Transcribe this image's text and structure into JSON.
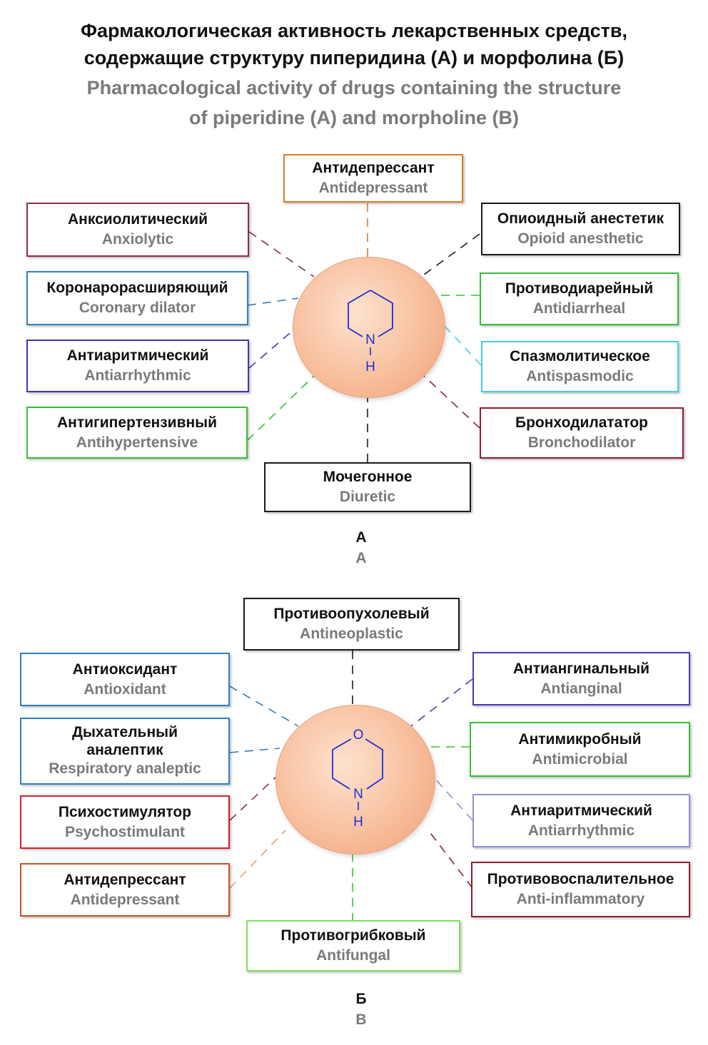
{
  "title": {
    "ru_line1": "Фармакологическая активность лекарственных средств,",
    "ru_line2": "содержащие структуру пиперидина (А) и морфолина  (Б)",
    "en_line1": "Pharmacological activity of drugs containing the structure",
    "en_line2": "of piperidine (A) and morpholine (B)"
  },
  "colors": {
    "orange": "#e07a22",
    "maroon": "#8e2a52",
    "black": "#1a1a1a",
    "blue": "#2e7fc1",
    "green": "#33c033",
    "indigo": "#3f33b8",
    "cyan": "#3fd2e0",
    "darkred": "#8e1f2e",
    "purple": "#4b3ab8",
    "lavender": "#8f8fdc",
    "red": "#d81e2a",
    "rust": "#c8521e",
    "lightgreen": "#7fe05a",
    "molecule": "#1b2fd6",
    "circle": "#f8bf9d"
  },
  "panel_a": {
    "label_ru": "А",
    "label_en": "A",
    "molecule": {
      "name": "piperidine",
      "atoms": [
        "N",
        "H"
      ]
    },
    "activities": [
      {
        "ru": "Антидепрессант",
        "en": "Antidepressant"
      },
      {
        "ru": "Анксиолитический",
        "en": "Anxiolytic"
      },
      {
        "ru": "Опиоидный анестетик",
        "en": "Opioid anesthetic"
      },
      {
        "ru": "Коронарорасширяющий",
        "en": "Coronary dilator"
      },
      {
        "ru": "Противодиарейный",
        "en": "Antidiarrheal"
      },
      {
        "ru": "Антиаритмический",
        "en": "Antiarrhythmic"
      },
      {
        "ru": "Спазмолитическое",
        "en": "Antispasmodic"
      },
      {
        "ru": "Антигипертензивный",
        "en": "Antihypertensive"
      },
      {
        "ru": "Бронходилататор",
        "en": "Bronchodilator"
      },
      {
        "ru": "Мочегонное",
        "en": "Diuretic"
      }
    ]
  },
  "panel_b": {
    "label_ru": "Б",
    "label_en": "B",
    "molecule": {
      "name": "morpholine",
      "atoms": [
        "O",
        "N",
        "H"
      ]
    },
    "activities": [
      {
        "ru": "Противоопухолевый",
        "en": "Antineoplastic"
      },
      {
        "ru": "Антиоксидант",
        "en": "Antioxidant"
      },
      {
        "ru": "Антиангинальный",
        "en": "Antianginal"
      },
      {
        "ru": "Дыхательный аналептик",
        "en": "Respiratory analeptic"
      },
      {
        "ru": "Антимикробный",
        "en": "Antimicrobial"
      },
      {
        "ru": "Психостимулятор",
        "en": "Psychostimulant"
      },
      {
        "ru": "Антиаритмический",
        "en": "Antiarrhythmic"
      },
      {
        "ru": "Антидепрессант",
        "en": "Antidepressant"
      },
      {
        "ru": "Противовоспалительное",
        "en": "Anti-inflammatory"
      },
      {
        "ru": "Противогрибковый",
        "en": "Antifungal"
      }
    ]
  }
}
